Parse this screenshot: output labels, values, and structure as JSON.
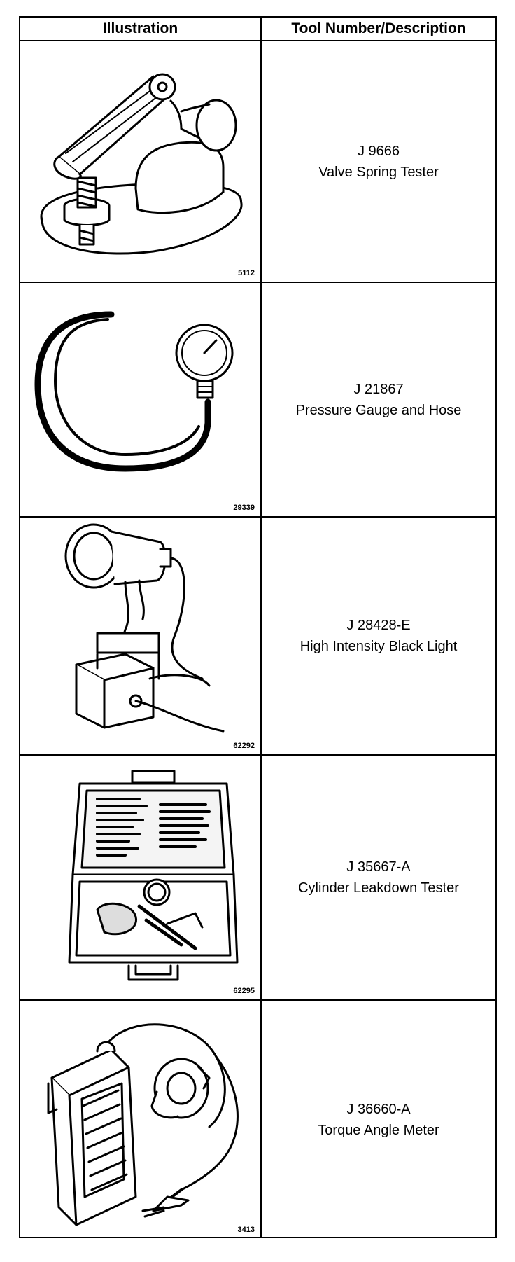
{
  "header": {
    "illustration": "Illustration",
    "tool": "Tool Number/Description"
  },
  "rows": [
    {
      "number": "J 9666",
      "description": "Valve Spring Tester",
      "figure": "5112",
      "icon": "valve-spring-tester-icon"
    },
    {
      "number": "J 21867",
      "description": "Pressure Gauge and Hose",
      "figure": "29339",
      "icon": "pressure-gauge-icon"
    },
    {
      "number": "J 28428-E",
      "description": "High Intensity Black Light",
      "figure": "62292",
      "icon": "black-light-icon"
    },
    {
      "number": "J 35667-A",
      "description": "Cylinder Leakdown Tester",
      "figure": "62295",
      "icon": "leakdown-tester-case-icon"
    },
    {
      "number": "J 36660-A",
      "description": "Torque Angle Meter",
      "figure": "3413",
      "icon": "torque-angle-meter-icon"
    }
  ]
}
